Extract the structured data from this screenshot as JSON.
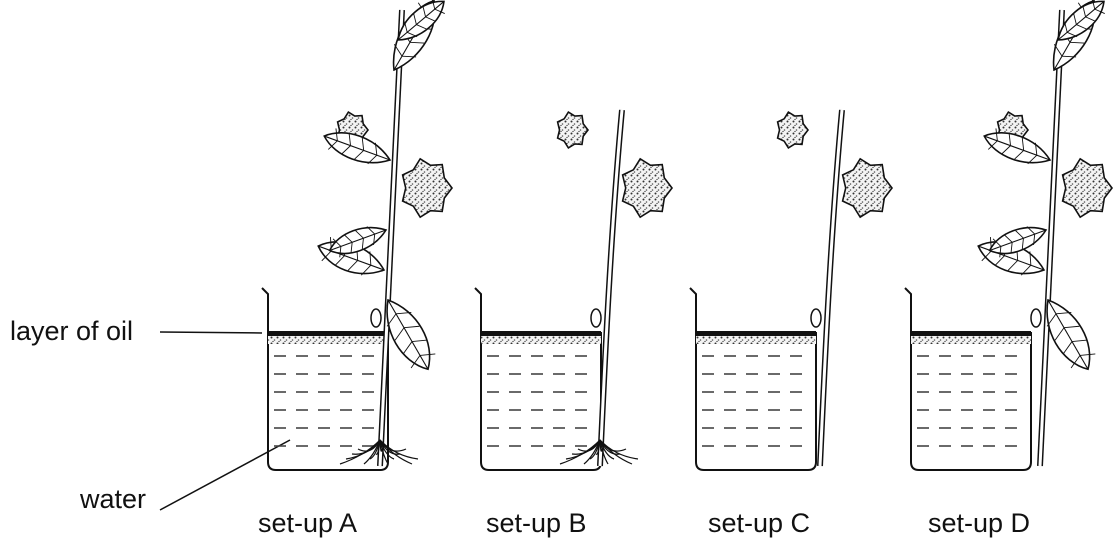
{
  "labels": {
    "oil": "layer of oil",
    "water": "water"
  },
  "setups": [
    {
      "id": "A",
      "label": "set-up A",
      "leaves": true,
      "roots": true
    },
    {
      "id": "B",
      "label": "set-up B",
      "leaves": false,
      "roots": true
    },
    {
      "id": "C",
      "label": "set-up C",
      "leaves": false,
      "roots": false
    },
    {
      "id": "D",
      "label": "set-up D",
      "leaves": true,
      "roots": false
    }
  ],
  "colors": {
    "ink": "#111111",
    "water_line": "#444444"
  }
}
